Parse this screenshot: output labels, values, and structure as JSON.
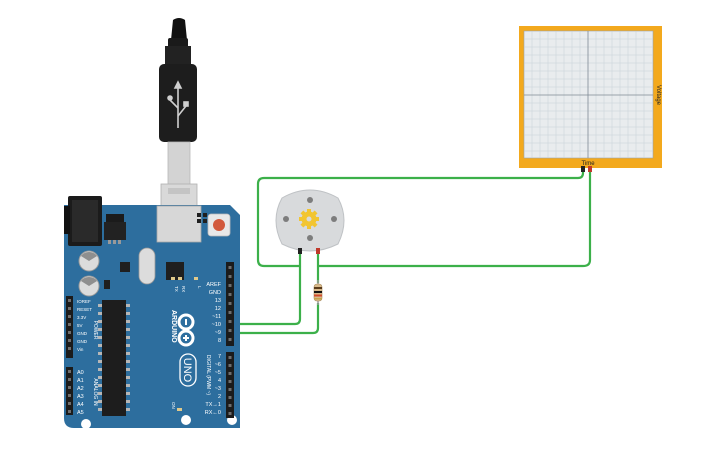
{
  "board": {
    "brand": "ARDUINO",
    "model": "UNO",
    "power_header": "POWER",
    "analog_header": "ANALOG IN",
    "digital_header": "DIGITAL (PWM ~)",
    "tx": "TX",
    "rx": "RX",
    "l": "L",
    "on": "ON",
    "power_pins": [
      "IOREF",
      "RESET",
      "3.3V",
      "5V",
      "GND",
      "GND",
      "Vin"
    ],
    "analog_pins": [
      "A0",
      "A1",
      "A2",
      "A3",
      "A4",
      "A5"
    ],
    "digital_pins_top": [
      "AREF",
      "GND",
      "13",
      "12",
      "~11",
      "~10",
      "~9",
      "8"
    ],
    "digital_pins_bottom": [
      "7",
      "~6",
      "~5",
      "4",
      "~3",
      "2",
      "TX→1",
      "RX←0"
    ]
  },
  "oscilloscope": {
    "x_label": "Time",
    "y_label": "Voltage"
  },
  "colors": {
    "board": "#2d6e9e",
    "wire": "#3cb04a",
    "scope_frame": "#f3a91d",
    "scope_grid": "#c7d0d6",
    "motor": "#d5d8db"
  }
}
